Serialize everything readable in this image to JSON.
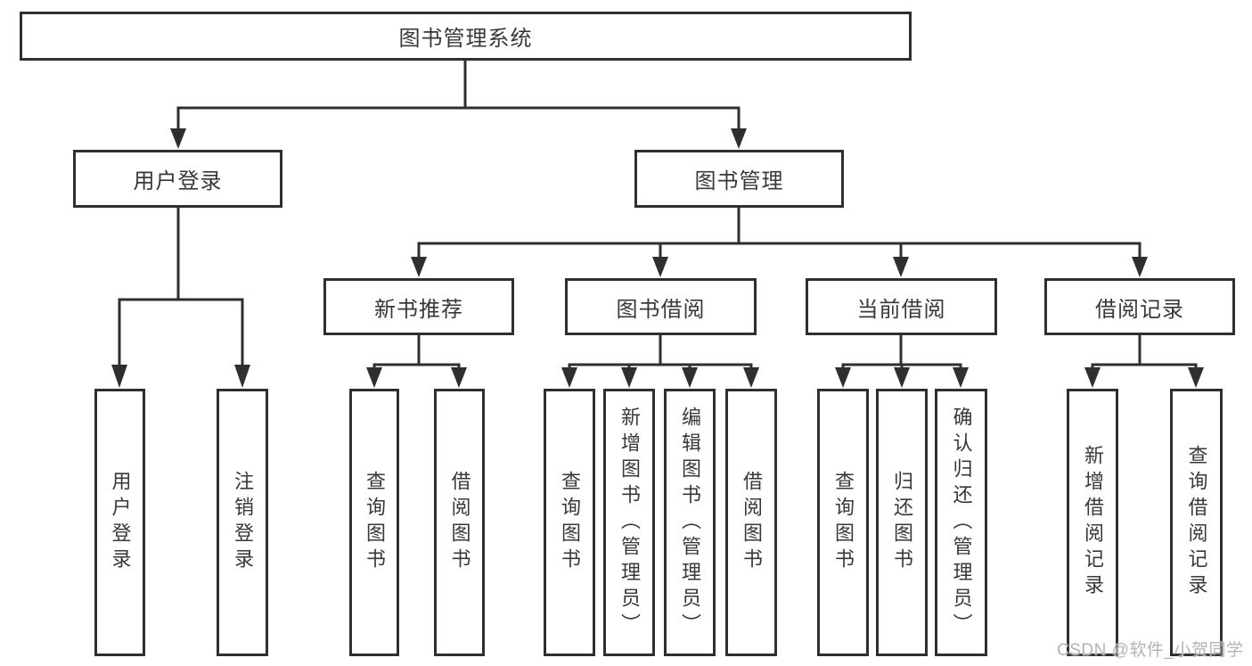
{
  "nodes": {
    "root": "图书管理系统",
    "branches": [
      "用户登录",
      "图书管理"
    ],
    "groups": [
      "新书推荐",
      "图书借阅",
      "当前借阅",
      "借阅记录"
    ],
    "leaves": [
      "用户登录",
      "注销登录",
      "查询图书",
      "借阅图书",
      "查询图书",
      "新增图书（管理员）",
      "编辑图书（管理员）",
      "借阅图书",
      "查询图书",
      "归还图书",
      "确认归还（管理员）",
      "新增借阅记录",
      "查询借阅记录"
    ]
  },
  "watermark": "CSDN @软件_小贺同学",
  "colors": {
    "line": "#2f2f2f",
    "box_border": "#2f2f2f",
    "text": "#383838",
    "watermark": "#b3b3b3",
    "background": "#ffffff"
  }
}
